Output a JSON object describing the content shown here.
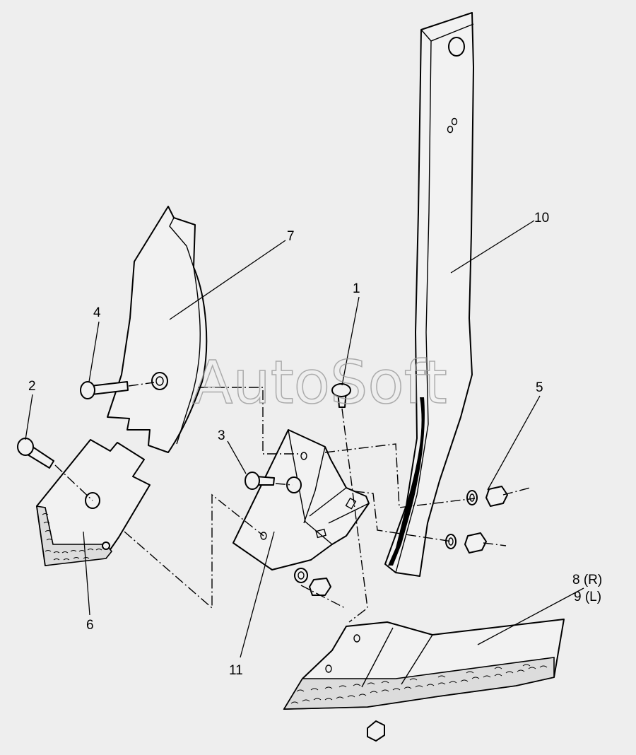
{
  "watermark": "AutoSoft",
  "callouts": [
    {
      "id": "1",
      "text": "1"
    },
    {
      "id": "2",
      "text": "2"
    },
    {
      "id": "3",
      "text": "3"
    },
    {
      "id": "4",
      "text": "4"
    },
    {
      "id": "5",
      "text": "5"
    },
    {
      "id": "6",
      "text": "6"
    },
    {
      "id": "7",
      "text": "7"
    },
    {
      "id": "8",
      "text": "8 (R)"
    },
    {
      "id": "9",
      "text": "9 (L)"
    },
    {
      "id": "10",
      "text": "10"
    },
    {
      "id": "11",
      "text": "11"
    }
  ]
}
